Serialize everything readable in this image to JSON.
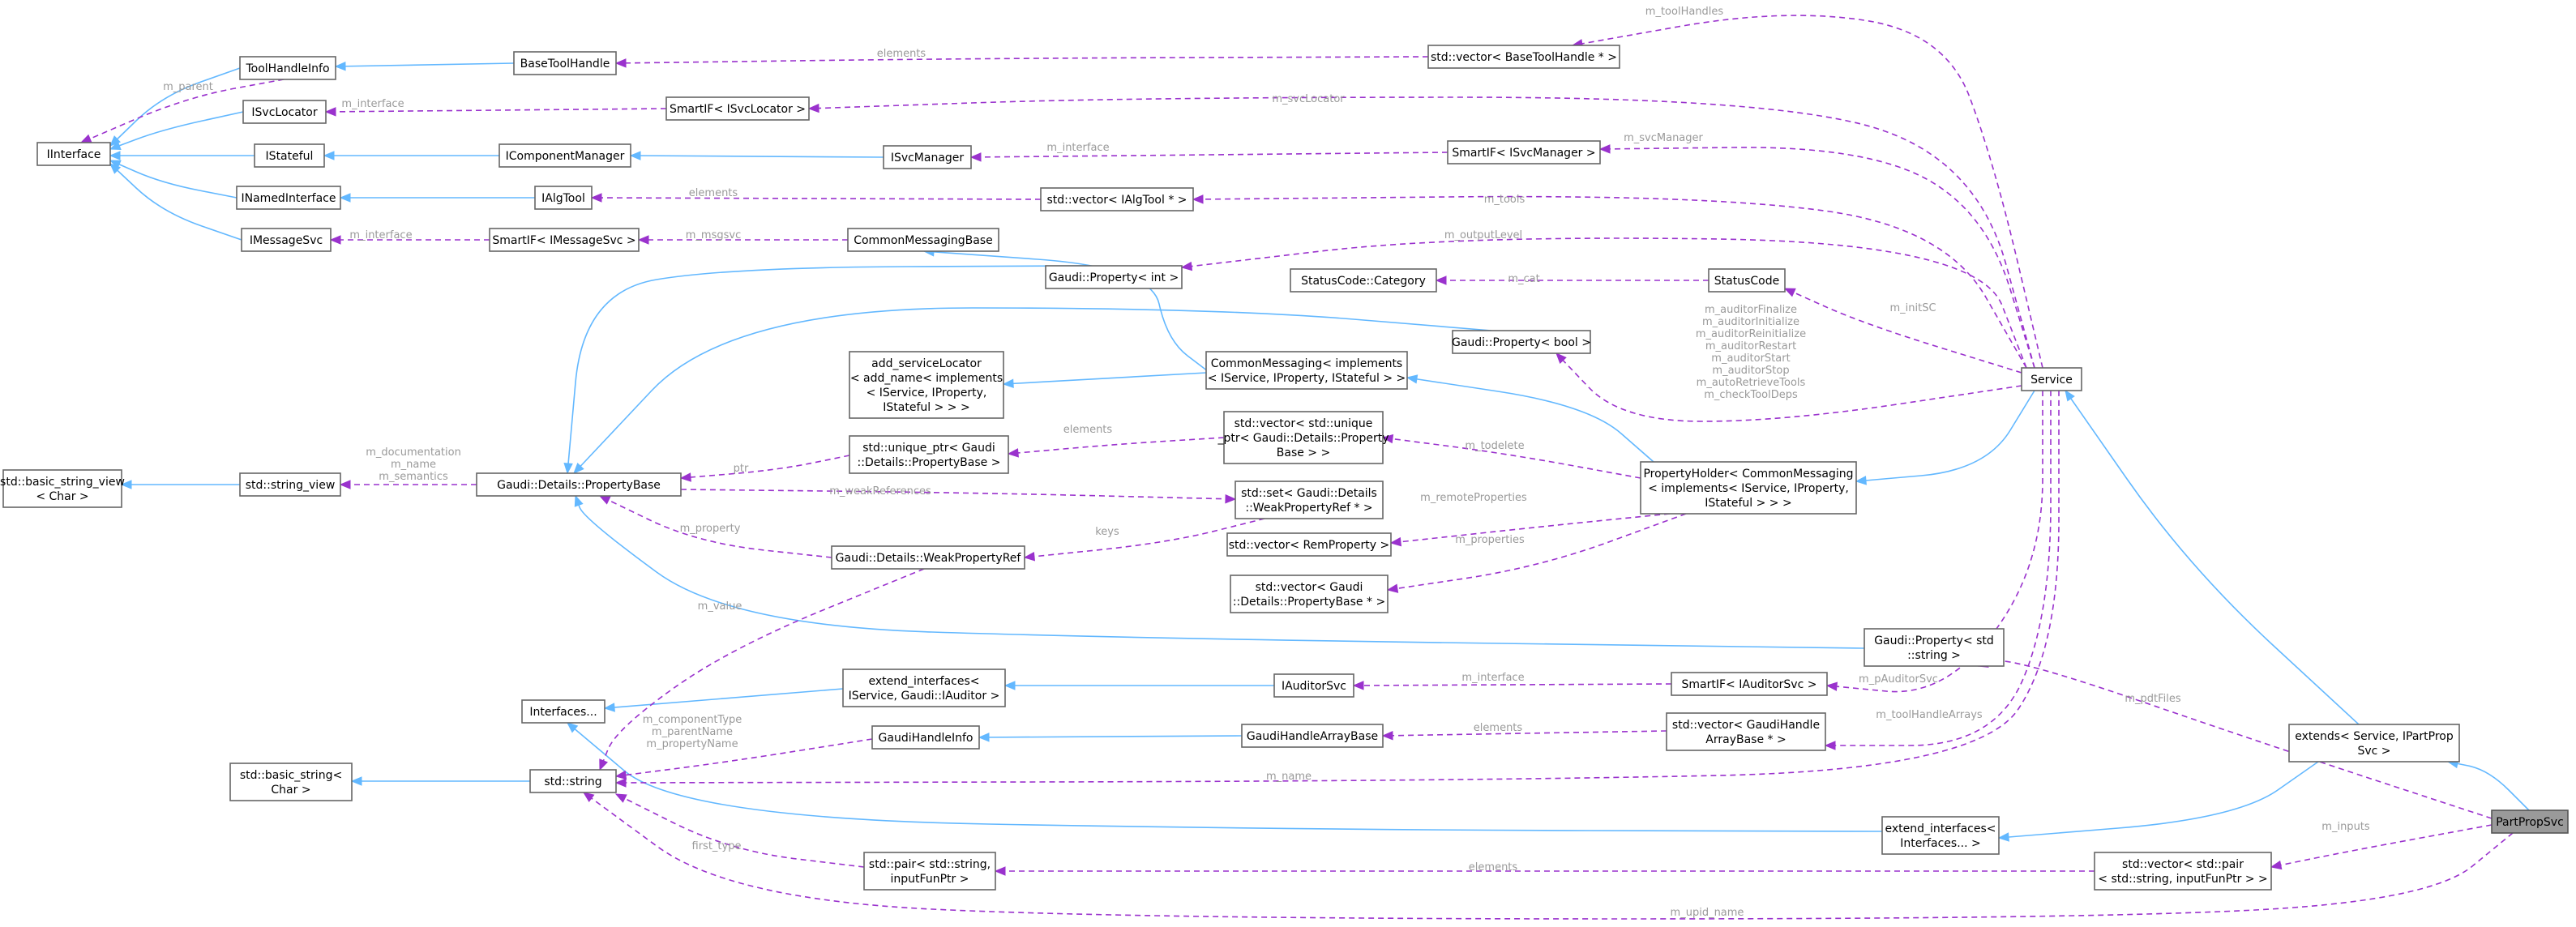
{
  "colors": {
    "inheritance": "#63b8ff",
    "usage": "#9a32cd",
    "label": "#9a9a9a",
    "highlight_node": "#9a9a9a"
  },
  "nodes": {
    "iinterface": {
      "lines": [
        "IInterface"
      ]
    },
    "toolhandleinfo": {
      "lines": [
        "ToolHandleInfo"
      ]
    },
    "isvclocator": {
      "lines": [
        "ISvcLocator"
      ]
    },
    "istateful": {
      "lines": [
        "IStateful"
      ]
    },
    "inamedinterface": {
      "lines": [
        "INamedInterface"
      ]
    },
    "imessagesvc": {
      "lines": [
        "IMessageSvc"
      ]
    },
    "basetoolhandle": {
      "lines": [
        "BaseToolHandle"
      ]
    },
    "icomponentmanager": {
      "lines": [
        "IComponentManager"
      ]
    },
    "ialgtool": {
      "lines": [
        "IAlgTool"
      ]
    },
    "smartif_isvclocator": {
      "lines": [
        "SmartIF< ISvcLocator >"
      ]
    },
    "smartif_imessagesvc": {
      "lines": [
        "SmartIF< IMessageSvc >"
      ]
    },
    "isvcmanager": {
      "lines": [
        "ISvcManager"
      ]
    },
    "commonmessagingbase": {
      "lines": [
        "CommonMessagingBase"
      ]
    },
    "vector_basetoolhandle": {
      "lines": [
        "std::vector< BaseToolHandle * >"
      ]
    },
    "smartif_isvcmanager": {
      "lines": [
        "SmartIF< ISvcManager >"
      ]
    },
    "vector_ialgtool": {
      "lines": [
        "std::vector< IAlgTool * >"
      ]
    },
    "property_int": {
      "lines": [
        "Gaudi::Property< int >"
      ]
    },
    "statuscode_category": {
      "lines": [
        "StatusCode::Category"
      ]
    },
    "statuscode": {
      "lines": [
        "StatusCode"
      ]
    },
    "property_bool": {
      "lines": [
        "Gaudi::Property< bool >"
      ]
    },
    "add_servicelocator": {
      "lines": [
        "add_serviceLocator",
        "< add_name< implements",
        "< IService, IProperty,",
        "IStateful > > >"
      ]
    },
    "commonmessaging_impl": {
      "lines": [
        "CommonMessaging< implements",
        "< IService, IProperty, IStateful > >"
      ]
    },
    "service": {
      "lines": [
        "Service"
      ]
    },
    "basic_string_view": {
      "lines": [
        "std::basic_string_view",
        "< Char >"
      ]
    },
    "string_view": {
      "lines": [
        "std::string_view"
      ]
    },
    "propertybase": {
      "lines": [
        "Gaudi::Details::PropertyBase"
      ]
    },
    "unique_ptr": {
      "lines": [
        "std::unique_ptr< Gaudi",
        "::Details::PropertyBase >"
      ]
    },
    "vector_unique_ptr": {
      "lines": [
        "std::vector< std::unique",
        "_ptr< Gaudi::Details::Property",
        "Base > >"
      ]
    },
    "propertyholder": {
      "lines": [
        "PropertyHolder< CommonMessaging",
        "< implements< IService, IProperty,",
        "IStateful > > >"
      ]
    },
    "set_weakref": {
      "lines": [
        "std::set< Gaudi::Details",
        "::WeakPropertyRef * >"
      ]
    },
    "weakpropertyref": {
      "lines": [
        "Gaudi::Details::WeakPropertyRef"
      ]
    },
    "vector_remproperty": {
      "lines": [
        "std::vector< RemProperty >"
      ]
    },
    "vector_propertybase": {
      "lines": [
        "std::vector< Gaudi",
        "::Details::PropertyBase * >"
      ]
    },
    "property_string": {
      "lines": [
        "Gaudi::Property< std",
        "::string >"
      ]
    },
    "interfaces": {
      "lines": [
        "Interfaces..."
      ]
    },
    "extend_interfaces_iauditor": {
      "lines": [
        "extend_interfaces<",
        "IService, Gaudi::IAuditor >"
      ]
    },
    "iauditorsvc": {
      "lines": [
        "IAuditorSvc"
      ]
    },
    "smartif_iauditorsvc": {
      "lines": [
        "SmartIF< IAuditorSvc >"
      ]
    },
    "basic_string": {
      "lines": [
        "std::basic_string<",
        "Char >"
      ]
    },
    "std_string": {
      "lines": [
        "std::string"
      ]
    },
    "gaudihandleinfo": {
      "lines": [
        "GaudiHandleInfo"
      ]
    },
    "gaudihandlearraybase": {
      "lines": [
        "GaudiHandleArrayBase"
      ]
    },
    "vector_gaudihandle": {
      "lines": [
        "std::vector< GaudiHandle",
        "ArrayBase * >"
      ]
    },
    "extends_ipartprop": {
      "lines": [
        "extends< Service, IPartProp",
        "Svc >"
      ]
    },
    "extend_interfaces_generic": {
      "lines": [
        "extend_interfaces<",
        "Interfaces... >"
      ]
    },
    "pair": {
      "lines": [
        "std::pair< std::string,",
        "inputFunPtr >"
      ]
    },
    "vector_pair": {
      "lines": [
        "std::vector< std::pair",
        "< std::string, inputFunPtr > >"
      ]
    },
    "partpropsvc": {
      "lines": [
        "PartPropSvc"
      ]
    }
  },
  "edge_labels": {
    "m_parent": [
      "m_parent"
    ],
    "m_toolhandles": [
      "m_toolHandles"
    ],
    "elements_bth": [
      "elements"
    ],
    "m_svclocator": [
      "m_svcLocator"
    ],
    "m_interface_svcloc": [
      "m_interface"
    ],
    "m_svcmanager": [
      "m_svcManager"
    ],
    "m_interface_svcmgr": [
      "m_interface"
    ],
    "m_tools": [
      "m_tools"
    ],
    "elements_algtool": [
      "elements"
    ],
    "m_interface_msg": [
      "m_interface"
    ],
    "m_msgsvc": [
      "m_msgsvc"
    ],
    "m_outputlevel": [
      "m_outputLevel"
    ],
    "m_cat": [
      "m_cat"
    ],
    "m_initsc": [
      "m_initSC"
    ],
    "m_auditor_flags": [
      "m_auditorFinalize",
      "m_auditorInitialize",
      "m_auditorReinitialize",
      "m_auditorRestart",
      "m_auditorStart",
      "m_auditorStop",
      "m_autoRetrieveTools",
      "m_checkToolDeps"
    ],
    "m_documentation": [
      "m_documentation",
      "m_name",
      "m_semantics"
    ],
    "ptr": [
      "ptr"
    ],
    "elements_uptr": [
      "elements"
    ],
    "m_todelete": [
      "m_todelete"
    ],
    "m_weakreferences": [
      "m_weakReferences"
    ],
    "m_remoteproperties": [
      "m_remoteProperties"
    ],
    "m_property": [
      "m_property"
    ],
    "keys": [
      "keys"
    ],
    "m_properties": [
      "m_properties"
    ],
    "m_value": [
      "m_value"
    ],
    "m_interface_aud": [
      "m_interface"
    ],
    "m_pauditorsvc": [
      "m_pAuditorSvc"
    ],
    "m_componenttype": [
      "m_componentType",
      "m_parentName",
      "m_propertyName"
    ],
    "elements_gha": [
      "elements"
    ],
    "m_toolhandlearrays": [
      "m_toolHandleArrays"
    ],
    "m_pdtfiles": [
      "m_pdtFiles"
    ],
    "m_name": [
      "m_name"
    ],
    "m_inputs": [
      "m_inputs"
    ],
    "first_type": [
      "first_type"
    ],
    "elements_pair": [
      "elements"
    ],
    "m_upid_name": [
      "m_upid_name"
    ]
  }
}
